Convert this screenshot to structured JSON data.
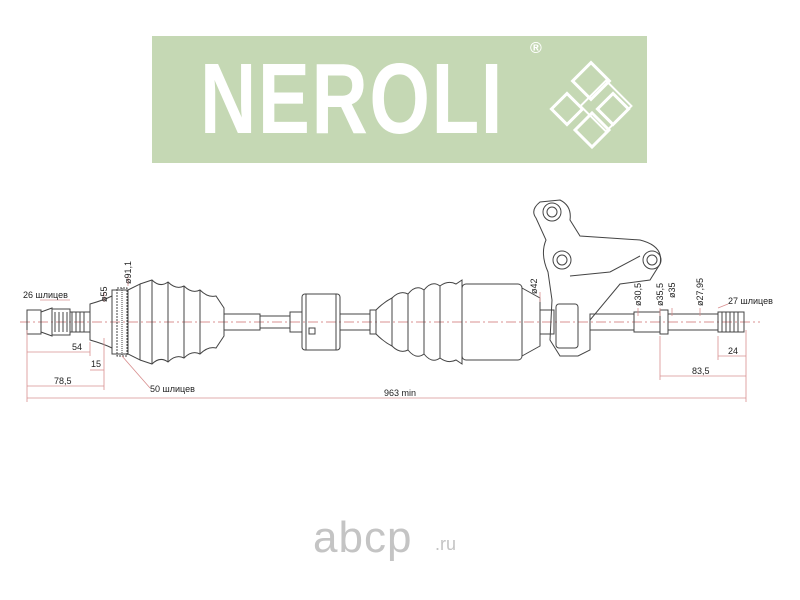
{
  "logo": {
    "brand": "NEROLI",
    "registered": "®",
    "bg_color": "#c5d8b4"
  },
  "labels": {
    "splines_left": "26 шлицев",
    "splines_right": "27 шлицев",
    "splines_ring": "50 шлицев",
    "d_55": "ø55",
    "d_91_1": "ø91,1",
    "d_42": "ø42",
    "d_30_5": "ø30,5",
    "d_35_5": "ø35,5",
    "d_35": "ø35",
    "d_27_95": "ø27,95",
    "len_15": "15",
    "len_54": "54",
    "len_78_5": "78,5",
    "len_24": "24",
    "len_83_5": "83,5",
    "len_total": "963 min"
  },
  "watermark": {
    "text": "abcp",
    "domain": ".ru"
  },
  "colors": {
    "outline": "#444444",
    "dimension": "#d89090"
  }
}
